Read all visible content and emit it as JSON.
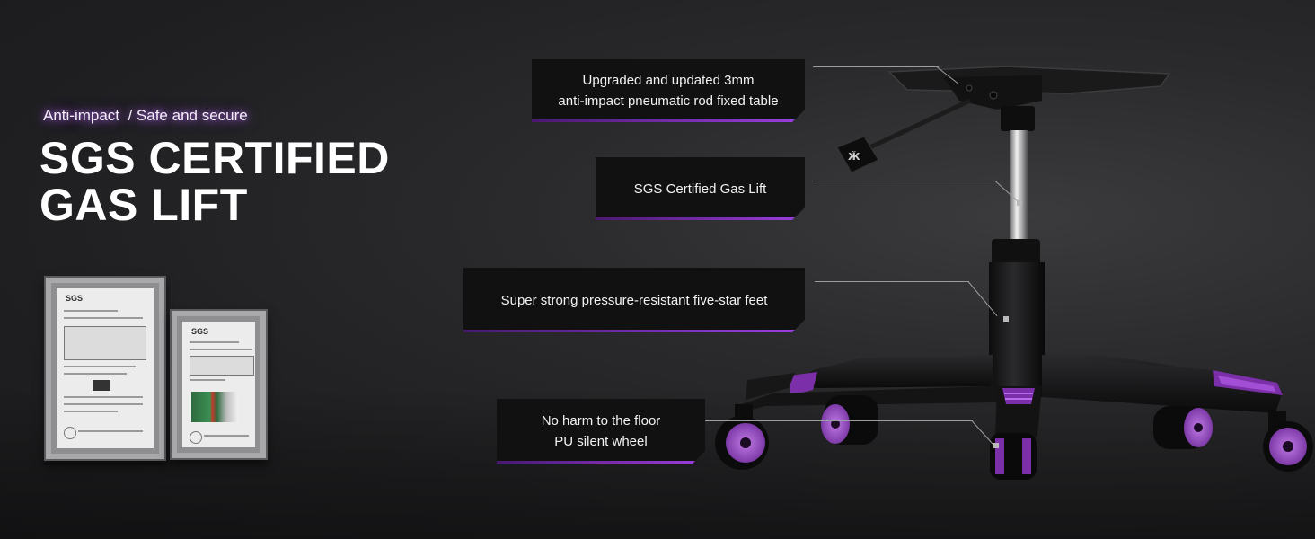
{
  "tagline": "Anti-impact  / Safe and secure",
  "headline": {
    "line1": "SGS CERTIFIED",
    "line2": "GAS LIFT"
  },
  "certificates": {
    "logo_text": "SGS"
  },
  "callouts": [
    {
      "line1": "Upgraded and updated 3mm",
      "line2": "anti-impact pneumatic rod fixed table"
    },
    {
      "line1": "SGS Certified Gas Lift"
    },
    {
      "line1": "Super strong pressure-resistant five-star feet"
    },
    {
      "line1": "No harm to the floor",
      "line2": "PU silent wheel"
    }
  ],
  "colors": {
    "accent_purple": "#9c3fe0",
    "label_bg": "#111112",
    "background": "#2a2a2c"
  },
  "icons": {
    "chair_base": "chair-base-illustration",
    "certificate": "certificate-document"
  }
}
